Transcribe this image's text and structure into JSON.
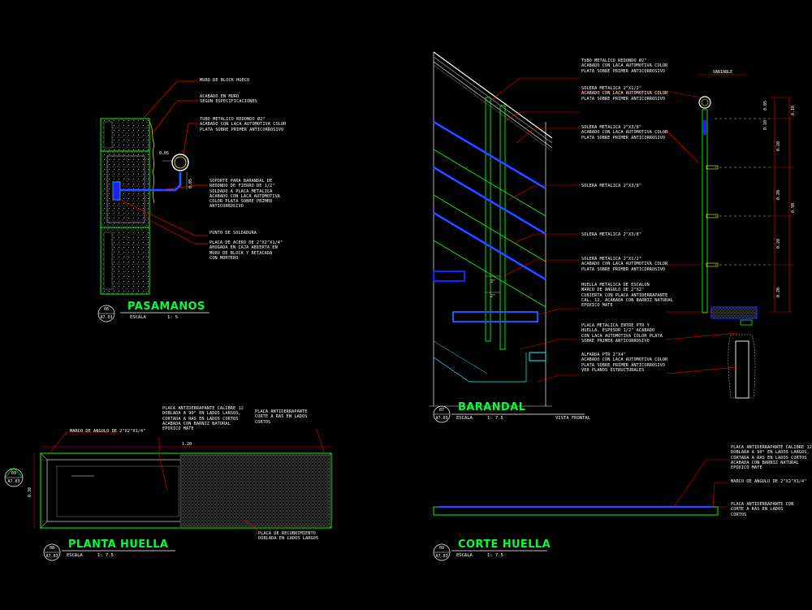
{
  "pasamanos": {
    "title": "PASAMANOS",
    "bubble_top": "06",
    "bubble_bottom": "A7.03",
    "scale_label": "ESCALA",
    "scale_value": "1: 5",
    "notes": {
      "muro": "MURO DE BLOCK HUECO",
      "acabado": "ACABADO EN MURO\nSEGUN ESPECIFICACIONES",
      "tubo": "TUBO METALICO REDONDO Ø2\"\nACABADO CON LACA AUTOMOTIVA COLOR\nPLATA SOBRE PRIMER ANTICORROSIVO",
      "soporte": "SOPORTE PARA BARANDAL DE\nREDONDO DE FIERRO DE 1/2\"\nSOLDADO A PLACA METALICA\nACABADO CON LACA AUTOMOTIVA\nCOLOR PLATA SOBRE PRIMER\nANTICORROSIVO",
      "soldadura": "PUNTO DE SOLDADURA",
      "placa": "PLACA DE ACERO DE 2\"X2\"X1/4\"\nAHOGADA EN CAJA ABIERTA EN\nMURO DE BLOCK Y RETACADA\nCON MORTERO"
    },
    "dims": {
      "d1": "0.05",
      "d2": "0.05"
    }
  },
  "barandal": {
    "title": "BARANDAL",
    "bubble_top": "07",
    "bubble_bottom": "A7.03",
    "scale_label": "ESCALA",
    "scale_value": "1: 7.5",
    "subtitle": "VISTA FRONTAL",
    "notes": {
      "tubo": "TUBO METALICO REDONDO Ø2\"\nACABADO CON LACA AUTOMOTIVA COLOR\nPLATA SOBRE PRIMER ANTICORROSIVO",
      "solera1": "SOLERA METALICA 2\"X1/2\"\nACABADO CON LACA AUTOMOTIVA COLOR\nPLATA SOBRE PRIMER ANTICORROSIVO",
      "solera2": "SOLERA METALICA 2\"X3/8\"\nACABADO CON LACA AUTOMOTIVA COLOR\nPLATA SOBRE PRIMER ANTICORROSIVO",
      "solera3": "SOLERA METALICA 2\"X3/8\"",
      "solera4": "SOLERA METALICA 2\"X3/8\"",
      "solera5": "SOLERA METALICA 2\"X1/2\"\nACABADO CON LACA AUTOMOTIVA COLOR\nPLATA SOBRE PRIMER ANTICORROSIVO",
      "huella": "HUELLA METALICA DE ESCALON\nMARCO DE ANGULO DE 2\"X2\"\nCUBIERTA CON PLACA ANTIDERRAPANTE\nCAL. 12, ACABADA CON BARNIZ NATURAL\nEPOXICO MATE",
      "placa": "PLACA METALICA ENTRE PTR Y\nHUELLA, ESPESOR 1/2\" ACABADO\nCON LACA AUTOMOTIVA COLOR PLATA\nSOBRE PRIMER ANTICORROSIVO",
      "alfarda": "ALFARDA PTR 2\"X4\"\nACABADO CON LACA AUTOMOTIVA COLOR\nPLATA SOBRE PRIMER ANTICORROSIVO\nVER PLANOS ESTRUCTURALES"
    },
    "dims": {
      "variable": "VARIABLE",
      "d005": "0.05",
      "d010": "0.10",
      "d020a": "0.20",
      "d020b": "0.20",
      "d020c": "0.20",
      "d020d": "0.20",
      "d090": "0.90",
      "d018": "0.18",
      "d3": "3\"",
      "d2": "2\""
    }
  },
  "planta_huella": {
    "title": "PLANTA HUELLA",
    "bubble_top": "08",
    "bubble_bottom": "A7.03",
    "side_bubble_top": "09",
    "side_bubble_bottom": "A7.03",
    "scale_label": "ESCALA",
    "scale_value": "1: 7.5",
    "notes": {
      "marco": "MARCO DE ANGULO DE 2\"X2\"X1/4\"",
      "placa_antider": "PLACA ANTIDERRAPANTE CALIBRE 12\nDOBLADA A 90° EN LADOS LARGOS,\nCORTADA A RAS EN LADOS CORTOS\nACABADA CON BARNIZ NATURAL\nEPOXICO MATE",
      "placa_corte": "PLACA ANTIDERRAPANTE\nCORTE A RAS EN LADOS\nCORTOS",
      "recubrimiento": "PLACA DE RECUBRIMIENTO\nDOBLADA EN LADOS LARGOS"
    },
    "dims": {
      "width": "1.20",
      "height": "0.30"
    }
  },
  "corte_huella": {
    "title": "CORTE HUELLA",
    "bubble_top": "09",
    "bubble_bottom": "A7.03",
    "scale_label": "ESCALA",
    "scale_value": "1: 7.5",
    "notes": {
      "placa_antider": "PLACA ANTIDERRAPANTE CALIBRE 12\nDOBLADA A 90° EN LADOS LARGOS,\nCORTADA A RAS EN LADOS CORTOS\nACABADA CON BARNIZ NATURAL\nEPOXICO MATE",
      "marco": "MARCO DE ANGULO DE 2\"X2\"X1/4\"",
      "placa_corte": "PLACA ANTIDERRAPANTE CON\nCORTE A RAS EN LADOS\nCORTOS"
    }
  },
  "colors": {
    "background": "#000000",
    "leader": "#ff0000",
    "outline": "#00ff00",
    "blue": "#2020ff",
    "text": "#ffffff",
    "cyan": "#00ffff",
    "yellow": "#ffff00",
    "title": "#00ff3c"
  }
}
